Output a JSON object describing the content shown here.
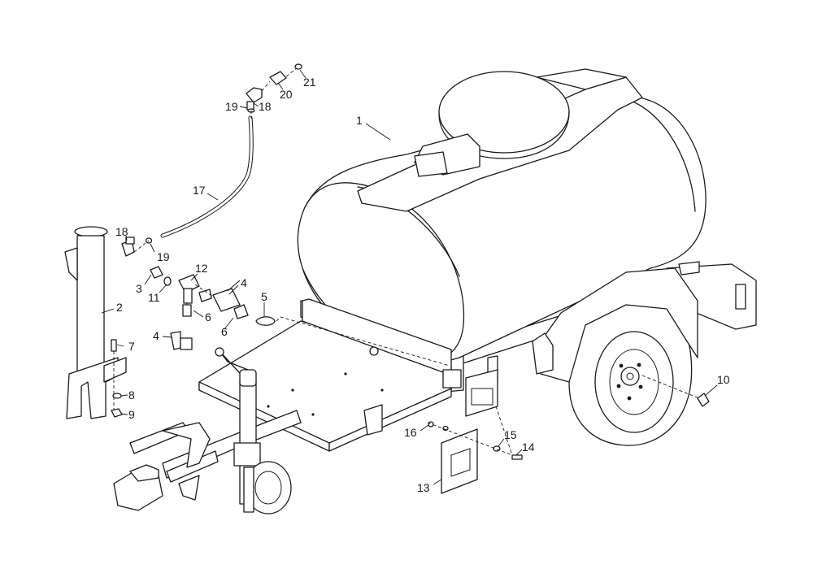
{
  "callouts": [
    {
      "id": "c1",
      "text": "1"
    },
    {
      "id": "c2",
      "text": "2"
    },
    {
      "id": "c3",
      "text": "3"
    },
    {
      "id": "c4a",
      "text": "4"
    },
    {
      "id": "c4b",
      "text": "4"
    },
    {
      "id": "c5",
      "text": "5"
    },
    {
      "id": "c6a",
      "text": "6"
    },
    {
      "id": "c6b",
      "text": "6"
    },
    {
      "id": "c7",
      "text": "7"
    },
    {
      "id": "c8",
      "text": "8"
    },
    {
      "id": "c9",
      "text": "9"
    },
    {
      "id": "c10",
      "text": "10"
    },
    {
      "id": "c11",
      "text": "11"
    },
    {
      "id": "c12",
      "text": "12"
    },
    {
      "id": "c13",
      "text": "13"
    },
    {
      "id": "c14",
      "text": "14"
    },
    {
      "id": "c15",
      "text": "15"
    },
    {
      "id": "c16",
      "text": "16"
    },
    {
      "id": "c17",
      "text": "17"
    },
    {
      "id": "c18a",
      "text": "18"
    },
    {
      "id": "c18b",
      "text": "18"
    },
    {
      "id": "c19a",
      "text": "19"
    },
    {
      "id": "c19b",
      "text": "19"
    },
    {
      "id": "c20",
      "text": "20"
    },
    {
      "id": "c21",
      "text": "21"
    }
  ]
}
